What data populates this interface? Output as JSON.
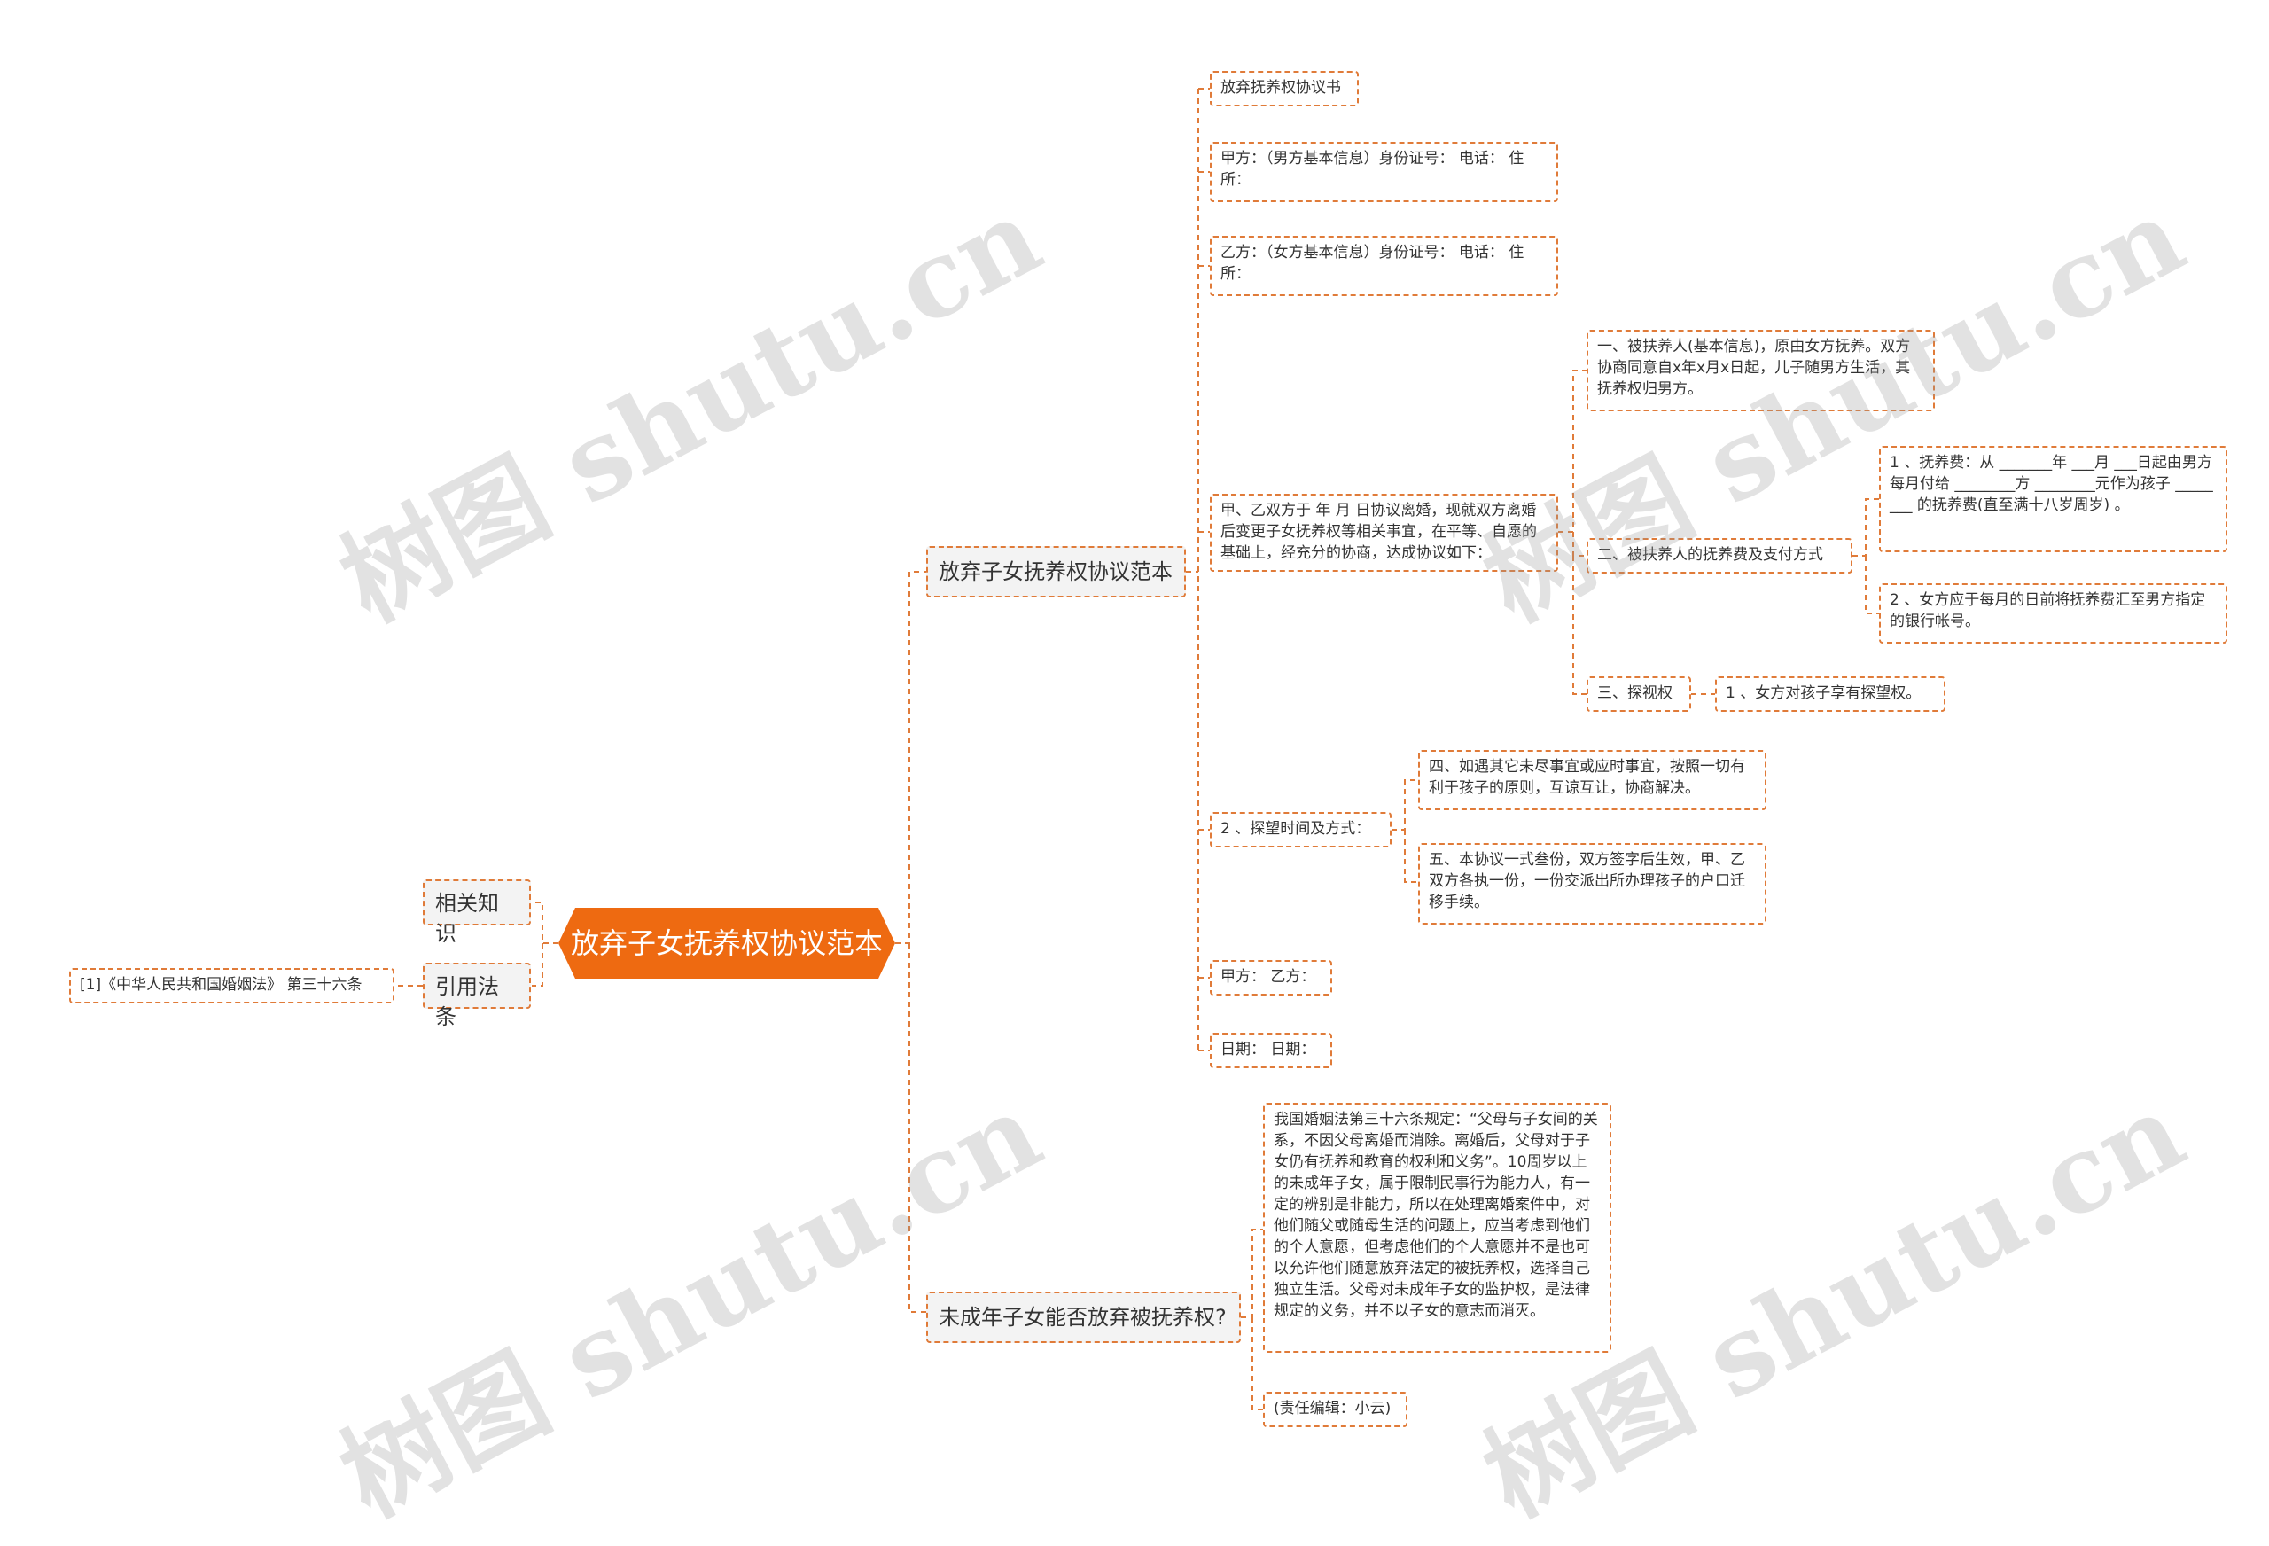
{
  "root": "放弃子女抚养权协议范本",
  "left": {
    "related": "相关知识",
    "law": "引用法条",
    "law_item": "[1]《中华人民共和国婚姻法》 第三十六条"
  },
  "branch1": {
    "title": "放弃子女抚养权协议范本",
    "items": {
      "book": "放弃抚养权协议书",
      "party_a": "甲方：（男方基本信息）身份证号： 电话： 住所：",
      "party_b": "乙方：（女方基本信息）身份证号： 电话： 住所：",
      "intro": "甲、乙双方于 年 月 日协议离婚，现就双方离婚后变更子女抚养权等相关事宜，在平等、自愿的基础上，经充分的协商，达成协议如下：",
      "clause1": "一、被扶养人(基本信息)，原由女方抚养。双方协商同意自x年x月x日起，儿子随男方生活，其抚养权归男方。",
      "clause2": "二、被扶养人的抚养费及支付方式",
      "clause2_1": "1 、抚养费：从 _______年 ___月 ___日起由男方每月付给 ________方 ________元作为孩子 ________ 的抚养费(直至满十八岁周岁) 。",
      "clause2_2": "2 、女方应于每月的日前将抚养费汇至男方指定的银行帐号。",
      "clause3": "三、探视权",
      "clause3_1": "1 、女方对孩子享有探望权。",
      "visit": "2 、探望时间及方式：",
      "clause4": "四、如遇其它未尽事宜或应时事宜，按照一切有利于孩子的原则，互谅互让，协商解决。",
      "clause5": "五、本协议一式叁份，双方签字后生效，甲、乙双方各执一份，一份交派出所办理孩子的户口迁移手续。",
      "sign": "甲方： 乙方：",
      "date": "日期： 日期："
    }
  },
  "branch2": {
    "title": "未成年子女能否放弃被抚养权?",
    "items": {
      "answer": "我国婚姻法第三十六条规定：“父母与子女间的关系，不因父母离婚而消除。离婚后，父母对于子女仍有抚养和教育的权利和义务”。10周岁以上的未成年子女，属于限制民事行为能力人，有一定的辨别是非能力，所以在处理离婚案件中，对他们随父或随母生活的问题上，应当考虑到他们的个人意愿，但考虑他们的个人意愿并不是也可以允许他们随意放弃法定的被抚养权，选择自己独立生活。父母对未成年子女的监护权，是法律规定的义务，并不以子女的意志而消灭。",
      "editor": "(责任编辑：小云)"
    }
  },
  "watermark": "树图 shutu.cn",
  "colors": {
    "accent": "#ee6a11",
    "line": "#e07b39",
    "node_bg": "#f3f3f3"
  }
}
